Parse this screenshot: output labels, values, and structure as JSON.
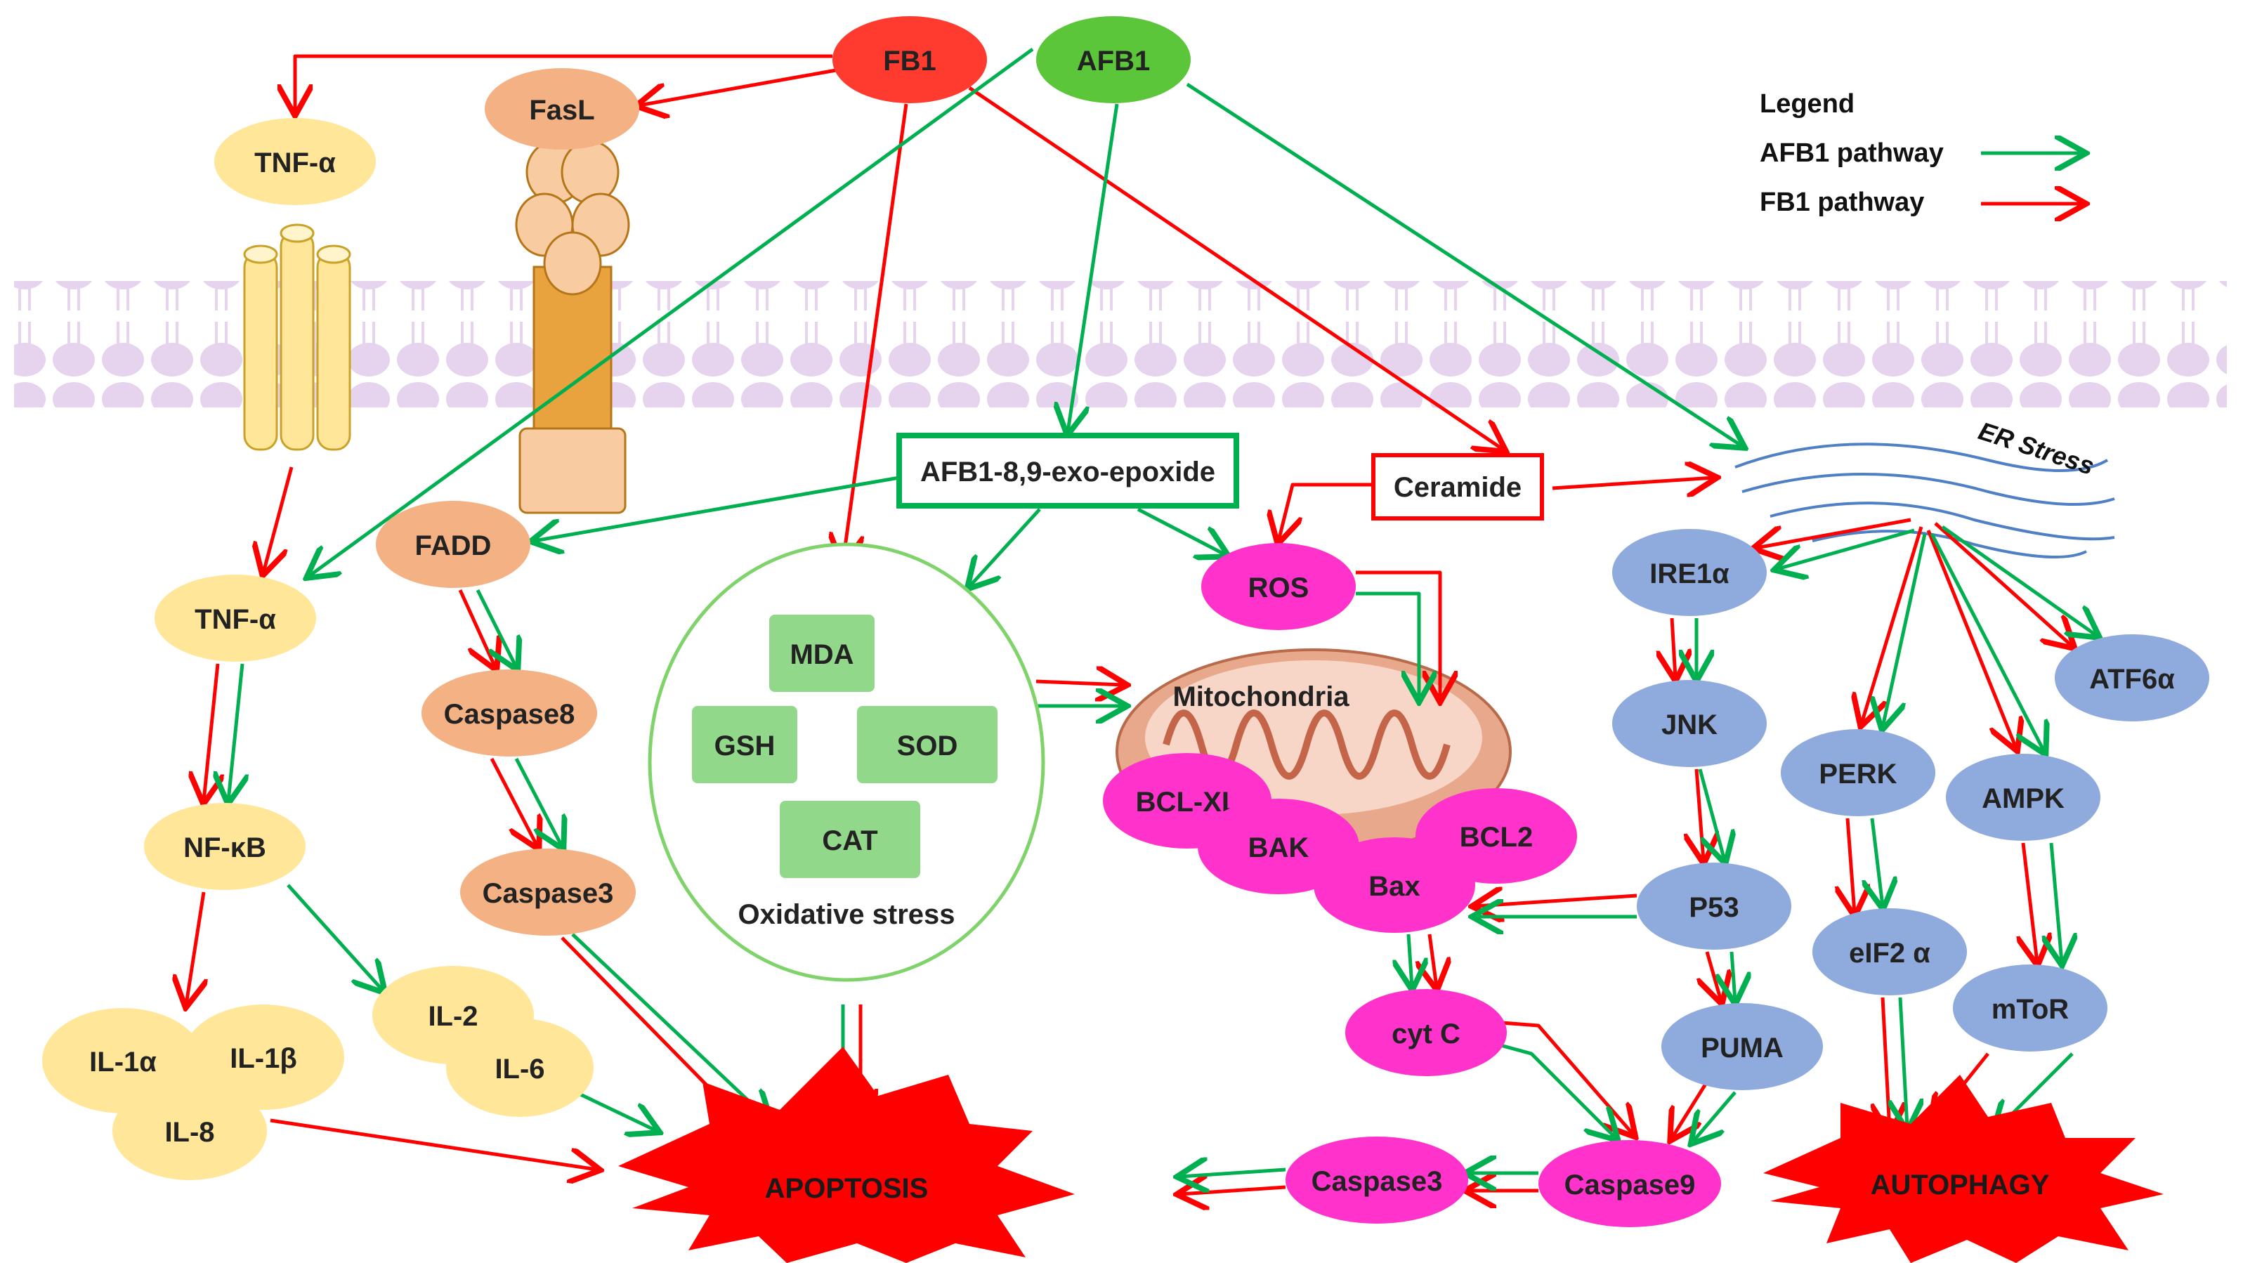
{
  "colors": {
    "afb1": "#00b050",
    "fb1": "#ff0000",
    "fb1_node": "#ff3b2f",
    "afb1_node": "#5cc63a",
    "yellow_node": "#ffe699",
    "orange_node": "#f4b183",
    "magenta_node": "#ff33cc",
    "blue_node": "#8faadc",
    "green_box": "#92d88a",
    "burst": "#ff0000",
    "membrane": "#e6d3ee"
  },
  "toxins": {
    "fb1": "FB1",
    "afb1": "AFB1"
  },
  "legend": {
    "title": "Legend",
    "afb1_label": "AFB1 pathway",
    "fb1_label": "FB1 pathway"
  },
  "receptors": {
    "tnf_top": "TNF-α",
    "fasl": "FasL"
  },
  "nodes": {
    "epoxide": "AFB1-8,9-exo-epoxide",
    "ceramide": "Ceramide",
    "er_stress": "ER Stress",
    "tnf": "TNF-α",
    "nfkb": "NF-κB",
    "il1a": "IL-1α",
    "il1b": "IL-1β",
    "il8": "IL-8",
    "il2": "IL-2",
    "il6": "IL-6",
    "fadd": "FADD",
    "caspase8": "Caspase8",
    "caspase3_left": "Caspase3",
    "ros": "ROS",
    "mitochondria": "Mitochondria",
    "bclxl": "BCL-XL",
    "bak": "BAK",
    "bax": "Bax",
    "bcl2": "BCL2",
    "cytc": "cyt C",
    "caspase3_right": "Caspase3",
    "caspase9": "Caspase9",
    "ire1a": "IRE1α",
    "jnk": "JNK",
    "p53": "P53",
    "puma": "PUMA",
    "perk": "PERK",
    "eif2a": "eIF2 α",
    "ampk": "AMPK",
    "mtor": "mToR",
    "atf6a": "ATF6α"
  },
  "oxidative_stress": {
    "title": "Oxidative stress",
    "mda": "MDA",
    "gsh": "GSH",
    "sod": "SOD",
    "cat": "CAT"
  },
  "outcomes": {
    "apoptosis": "APOPTOSIS",
    "autophagy": "AUTOPHAGY"
  }
}
